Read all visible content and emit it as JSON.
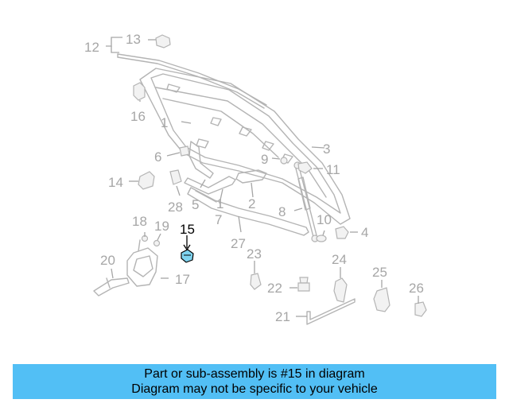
{
  "diagram": {
    "highlight_part": "15",
    "highlight_color": "#7fd4f0",
    "parts": {
      "p1a": "1",
      "p1b": "1",
      "p2": "2",
      "p3": "3",
      "p4": "4",
      "p5": "5",
      "p6": "6",
      "p7": "7",
      "p8": "8",
      "p9": "9",
      "p10": "10",
      "p11": "11",
      "p12": "12",
      "p13": "13",
      "p14": "14",
      "p15": "15",
      "p16": "16",
      "p17": "17",
      "p18": "18",
      "p19": "19",
      "p20": "20",
      "p21": "21",
      "p22": "22",
      "p23": "23",
      "p24": "24",
      "p25": "25",
      "p26": "26",
      "p27": "27",
      "p28": "28"
    }
  },
  "banner": {
    "line1": "Part or sub-assembly is #15 in diagram",
    "line2": "Diagram may not be specific to your vehicle",
    "color": "#52bff5"
  }
}
